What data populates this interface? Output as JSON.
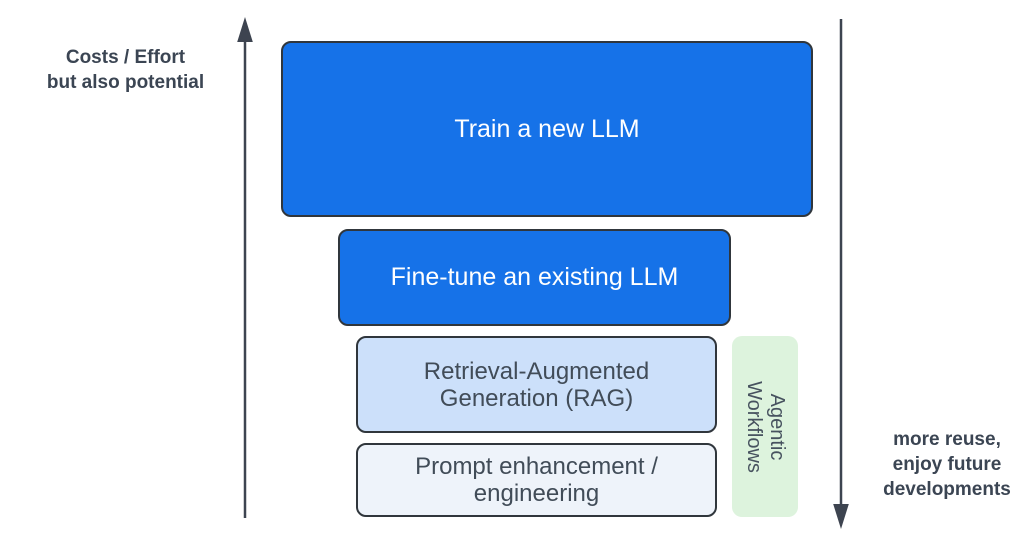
{
  "diagram": {
    "background_color": "#ffffff",
    "border_color": "#30363c",
    "arrows": {
      "color": "#3d4450",
      "left": {
        "direction": "up",
        "label_lines": [
          "Costs / Effort",
          "but also potential"
        ]
      },
      "right": {
        "direction": "down",
        "label_lines": [
          "more reuse,",
          "enjoy future",
          "developments"
        ]
      }
    },
    "label_text_color": "#3b4553",
    "boxes": [
      {
        "id": "train-new-llm",
        "label": "Train a new LLM",
        "fill": "#1672e8",
        "text_color": "#ffffff"
      },
      {
        "id": "fine-tune-llm",
        "label": "Fine-tune an existing LLM",
        "fill": "#1672e8",
        "text_color": "#ffffff"
      },
      {
        "id": "rag",
        "label": "Retrieval-Augmented Generation (RAG)",
        "fill": "#cce0fa",
        "text_color": "#414c58"
      },
      {
        "id": "prompt-engineering",
        "label": "Prompt enhancement / engineering",
        "fill": "#eef3fa",
        "text_color": "#414c58"
      }
    ],
    "side_box": {
      "id": "agentic-workflows",
      "label_lines": [
        "Agentic",
        "Workflows"
      ],
      "fill": "#ddf3dd",
      "text_color": "#47525f"
    }
  }
}
